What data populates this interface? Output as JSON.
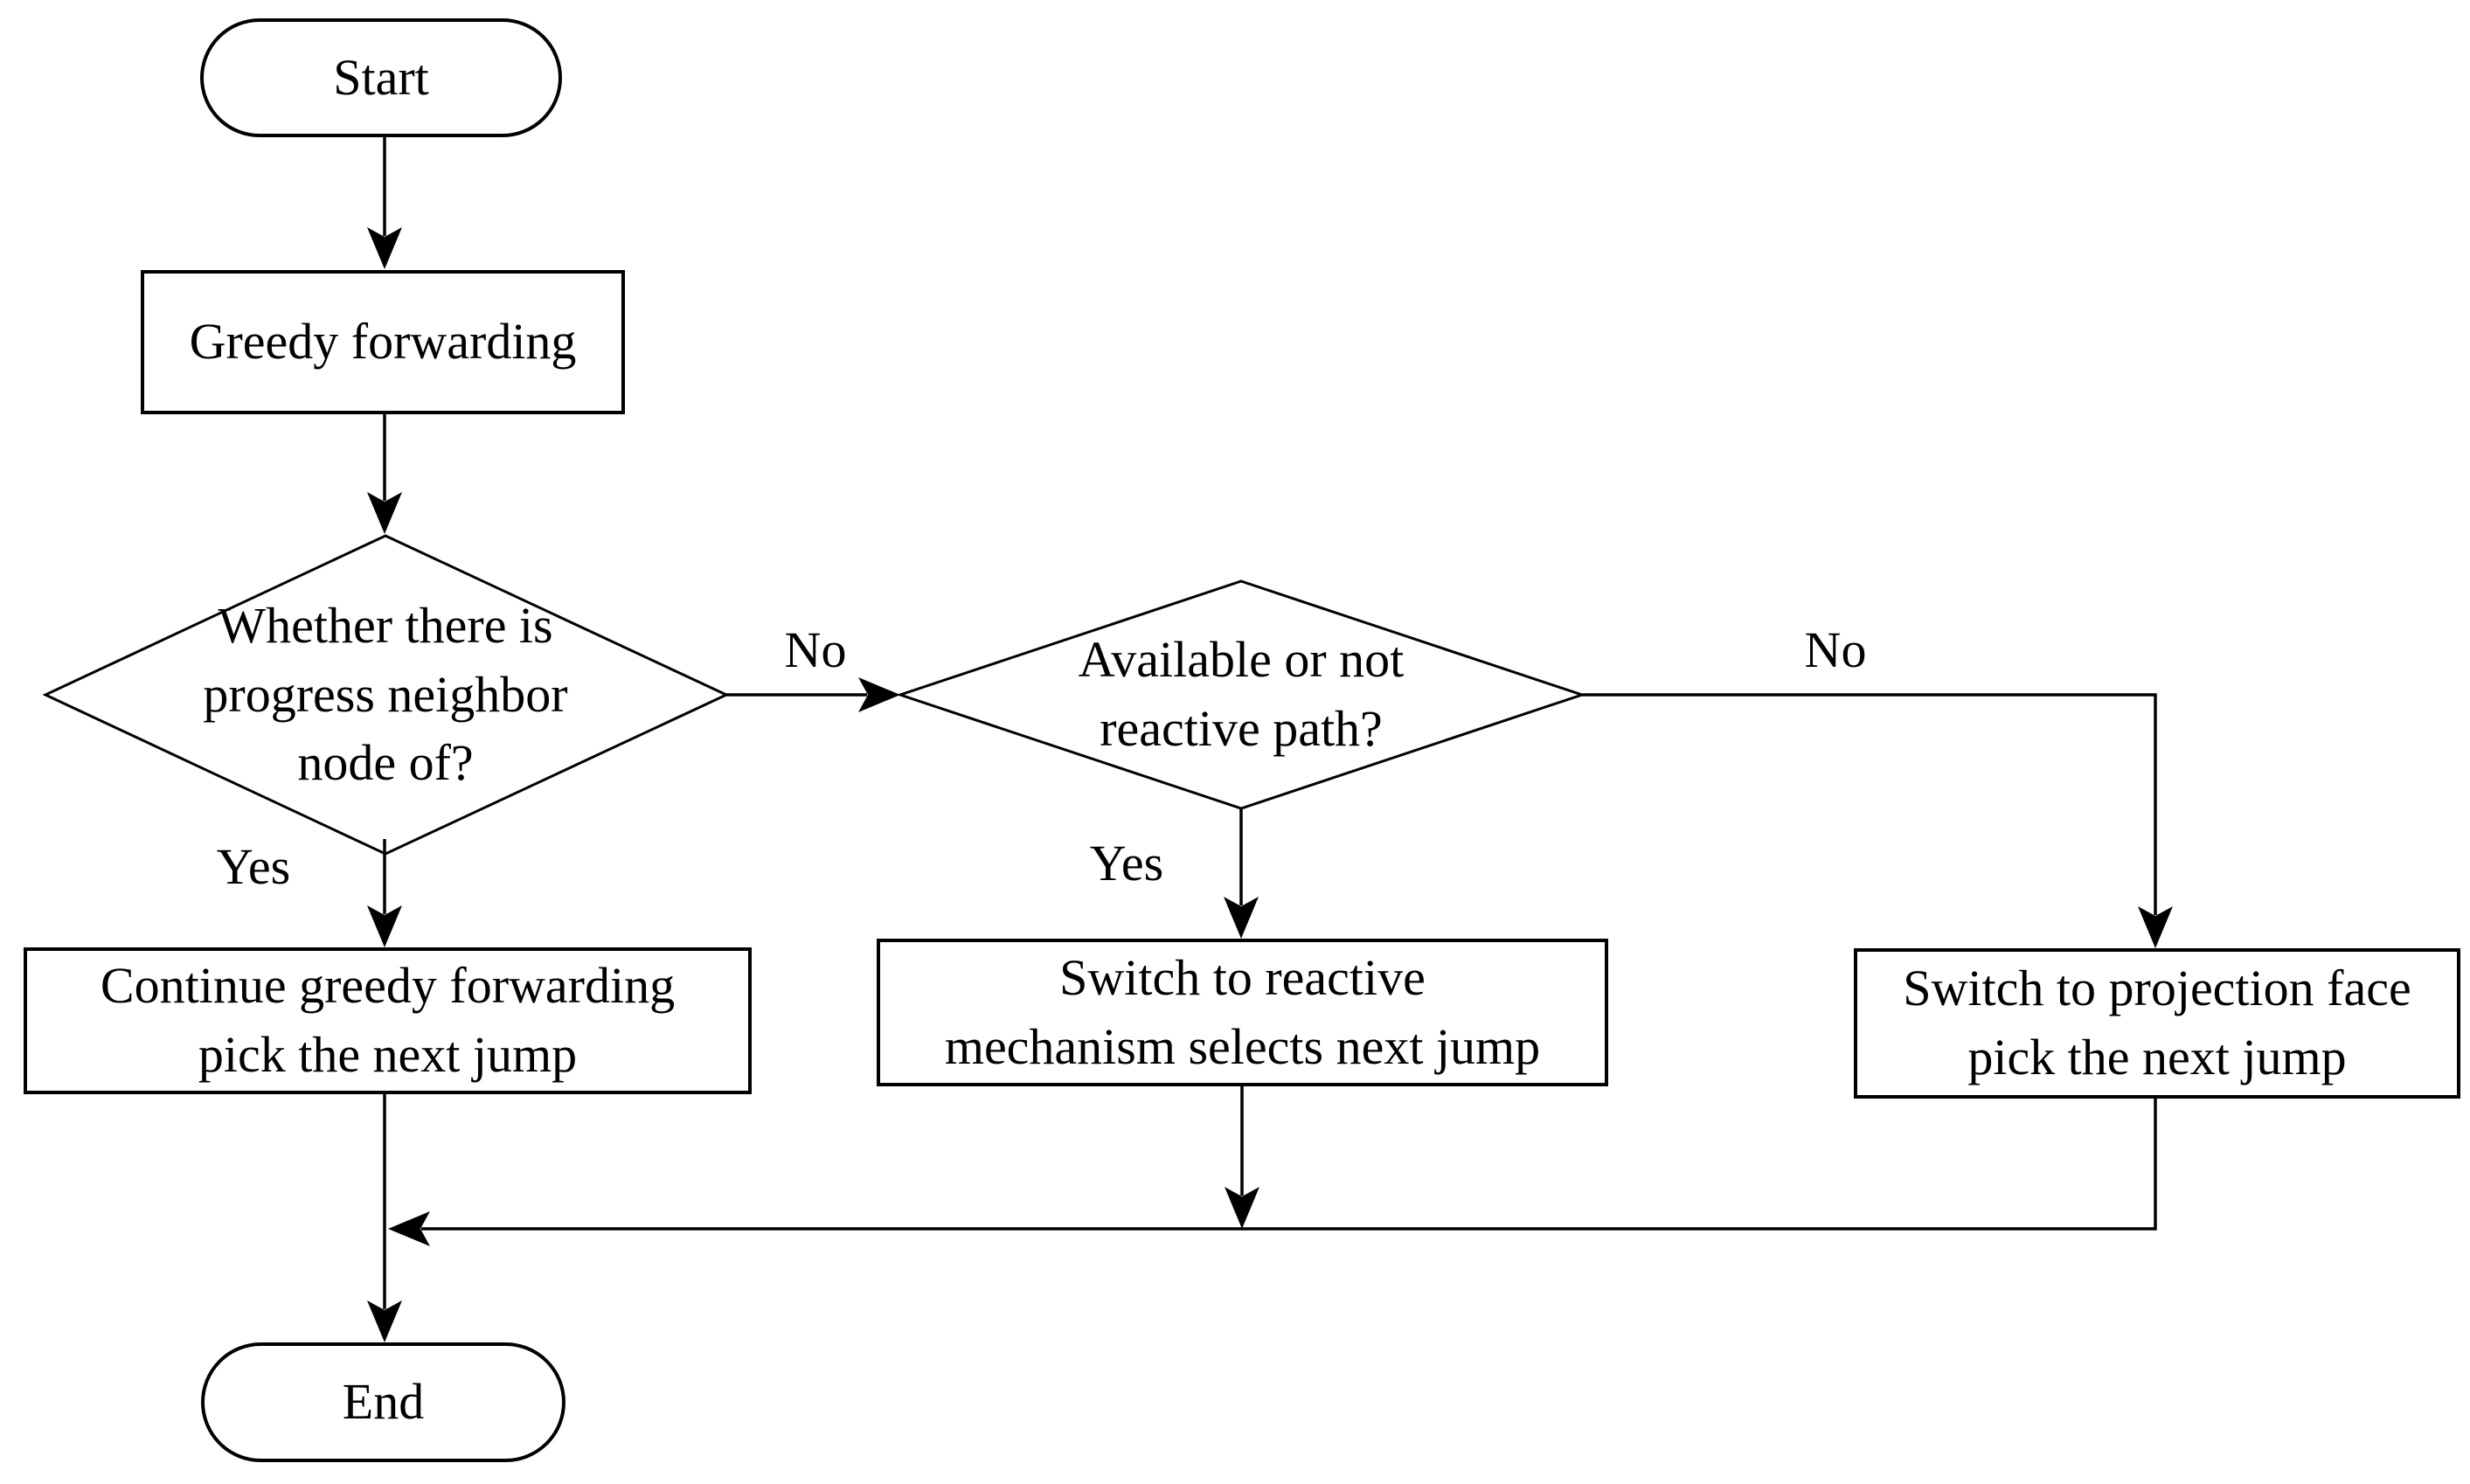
{
  "flowchart": {
    "colors": {
      "background": "#ffffff",
      "stroke": "#000000",
      "text": "#000000"
    },
    "nodes": {
      "start": {
        "type": "terminator",
        "label": "Start"
      },
      "greedy_forwarding": {
        "type": "process",
        "label": "Greedy forwarding"
      },
      "progress_neighbor_decision": {
        "type": "decision",
        "label": "Whether there is\nprogress neighbor\nnode of?"
      },
      "reactive_path_decision": {
        "type": "decision",
        "label": "Available or not\nreactive path?"
      },
      "continue_greedy": {
        "type": "process",
        "label": "Continue greedy forwarding\npick the next jump"
      },
      "switch_reactive": {
        "type": "process",
        "label": "Switch to reactive\nmechanism selects next jump"
      },
      "switch_projection": {
        "type": "process",
        "label": "Switch to projection face\npick the next jump"
      },
      "end": {
        "type": "terminator",
        "label": "End"
      }
    },
    "edge_labels": {
      "progress_yes": "Yes",
      "progress_no": "No",
      "reactive_yes": "Yes",
      "reactive_no": "No"
    }
  }
}
